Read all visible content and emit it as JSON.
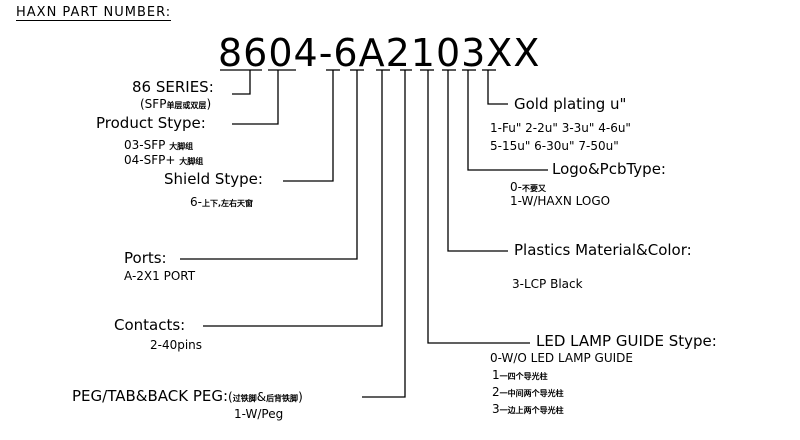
{
  "title": "HAXN PART NUMBER:",
  "part_number": "8604-6A2103XX",
  "fields": {
    "series": {
      "label": "86 SERIES:",
      "note_prefix": "(SFP",
      "note_cjk": "单层或双层",
      "note_suffix": ")"
    },
    "product": {
      "label": "Product Stype:",
      "opt1": "03-SFP",
      "opt1_cjk": "大脚组",
      "opt2": "04-SFP+",
      "opt2_cjk": "大脚组"
    },
    "shield": {
      "label": "Shield Stype:",
      "opt_prefix": "6-",
      "opt_cjk_a": "上下,",
      "opt_cjk_b": "左右天窗"
    },
    "ports": {
      "label": "Ports:",
      "opt": "A-2X1 PORT"
    },
    "contacts": {
      "label": "Contacts:",
      "opt": "2-40pins"
    },
    "peg": {
      "label": "PEG/TAB&BACK PEG:",
      "note_prefix": "(",
      "note_cjk_a": "过铁脚",
      "note_amp": "&",
      "note_cjk_b": "后背铁脚",
      "note_suffix": ")",
      "opt": "1-W/Peg"
    },
    "gold": {
      "label": "Gold plating u\"",
      "line1": "1-Fu\"  2-2u\"  3-3u\"  4-6u\"",
      "line2": "5-15u\"  6-30u\"  7-50u\""
    },
    "logo": {
      "label": "Logo&PcbType:",
      "opt1": "0-",
      "opt1_cjk": "不要又",
      "opt2": "1-W/HAXN LOGO"
    },
    "plastics": {
      "label": "Plastics Material&Color:",
      "opt": "3-LCP Black"
    },
    "led": {
      "label": "LED LAMP GUIDE Stype:",
      "opt0": "0-W/O LED LAMP GUIDE",
      "opt1_num": "1",
      "opt1_cjk": "一四个导光柱",
      "opt2_num": "2",
      "opt2_cjk": "一中间两个导光柱",
      "opt3_num": "3",
      "opt3_cjk": "一边上两个导光柱"
    }
  }
}
